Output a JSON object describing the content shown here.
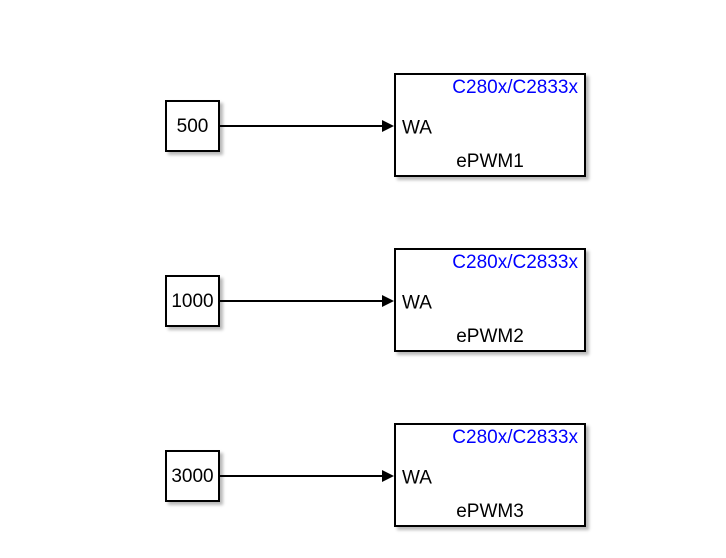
{
  "app": {
    "title": "Simulink ePWM block diagram"
  },
  "colors": {
    "canvas": "#FFFFFF",
    "block_border": "#000000",
    "wire": "#000000",
    "block_type_text": "#0000FF",
    "block_text": "#000000"
  },
  "diagram": {
    "rows": [
      {
        "constant_value": "500",
        "block_type": "C280x/C2833x",
        "port_label": "WA",
        "block_name": "ePWM1"
      },
      {
        "constant_value": "1000",
        "block_type": "C280x/C2833x",
        "port_label": "WA",
        "block_name": "ePWM2"
      },
      {
        "constant_value": "3000",
        "block_type": "C280x/C2833x",
        "port_label": "WA",
        "block_name": "ePWM3"
      }
    ]
  }
}
